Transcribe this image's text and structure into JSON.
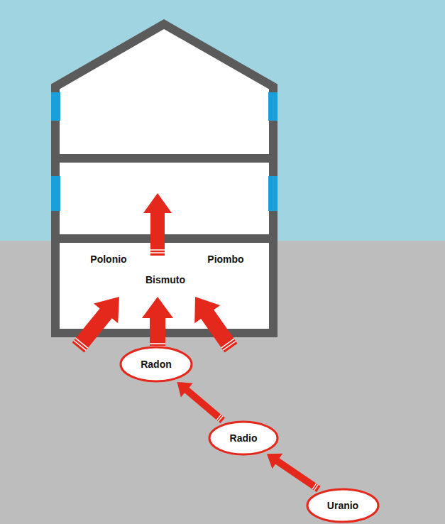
{
  "diagram": {
    "nodes": [
      {
        "text": [
          "Radon"
        ]
      },
      {
        "text": [
          "Radio"
        ]
      },
      {
        "text": [
          "Uranio"
        ]
      }
    ],
    "edges": [
      {
        "from": 2,
        "to": 1,
        "arrow": "to"
      },
      {
        "from": 1,
        "to": 0,
        "arrow": "to"
      }
    ],
    "labels": [
      "Polonio",
      "Bismuto",
      "Piombo"
    ]
  }
}
